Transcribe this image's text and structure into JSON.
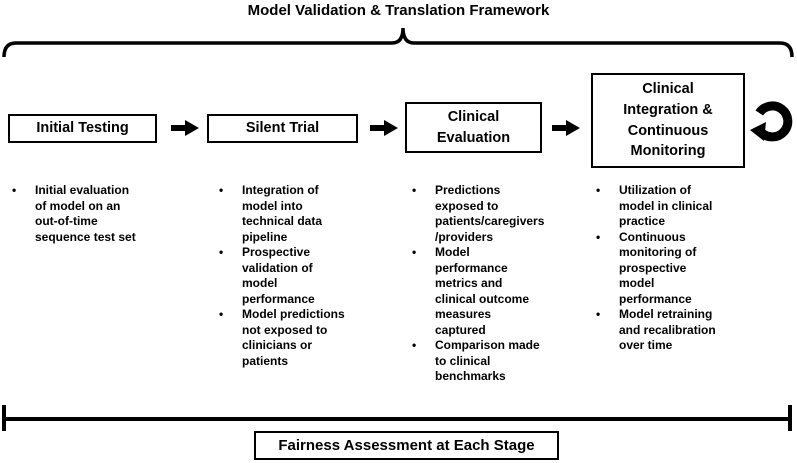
{
  "title": "Model Validation & Translation Framework",
  "footer": {
    "label": "Fairness Assessment at Each Stage"
  },
  "glyphs": {
    "bullet": "•"
  },
  "stages": [
    {
      "label": "Initial Testing",
      "items": [
        {
          "text": "Initial evaluation\nof model on an\nout-of-time\nsequence test set"
        }
      ]
    },
    {
      "label": "Silent Trial",
      "items": [
        {
          "text": "Integration of\nmodel into\ntechnical data\npipeline"
        },
        {
          "text": "Prospective\nvalidation of\nmodel\nperformance"
        },
        {
          "text": "Model predictions\nnot exposed to\nclinicians or\npatients"
        }
      ]
    },
    {
      "label": "Clinical\nEvaluation",
      "items": [
        {
          "text": "Predictions\nexposed to\npatients/caregivers\n/providers"
        },
        {
          "text": "Model\nperformance\nmetrics and\nclinical outcome\nmeasures\ncaptured"
        },
        {
          "text": "Comparison made\nto clinical\nbenchmarks"
        }
      ]
    },
    {
      "label": "Clinical\nIntegration &\nContinuous\nMonitoring",
      "items": [
        {
          "text": "Utilization of\nmodel in clinical\npractice"
        },
        {
          "text": "Continuous\nmonitoring of\nprospective\nmodel\nperformance"
        },
        {
          "text": "Model retraining\nand recalibration\nover time"
        }
      ]
    }
  ],
  "colors": {
    "ink": "#000000",
    "background": "#ffffff"
  }
}
